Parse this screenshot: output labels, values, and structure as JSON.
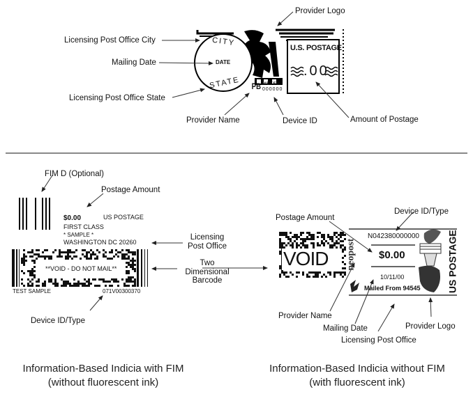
{
  "meter_indicia": {
    "stamp": {
      "city": "CITY",
      "date": "DATE",
      "state": "STATE",
      "postage_header": "U.S. POSTAGE",
      "postage_amount": ".00",
      "provider_initials": "PB",
      "meter_word": "METER",
      "meter_number": "000000"
    },
    "labels": {
      "provider_logo": "Provider Logo",
      "city": "Licensing Post Office City",
      "mailing_date": "Mailing Date",
      "state": "Licensing Post Office State",
      "provider_name": "Provider Name",
      "device_id": "Device ID",
      "amount": "Amount of Postage"
    }
  },
  "ibi_with_fim": {
    "stamp": {
      "amount": "$0.00",
      "us_postage": "US POSTAGE",
      "class": "FIRST CLASS",
      "sample": "* SAMPLE *",
      "location": "WASHINGTON DC 20260",
      "void_text": "**VOID - DO NOT MAIL**",
      "test_sample": "TEST SAMPLE",
      "device_id": "071V00300370"
    },
    "labels": {
      "fim": "FIM D (Optional)",
      "postage_amount": "Postage Amount",
      "licensing_post_office": "Licensing Post Office",
      "two_dim_barcode": "Two Dimensional Barcode",
      "device_id_type": "Device ID/Type"
    },
    "caption_line1": "Information-Based Indicia with FIM",
    "caption_line2": "(without fluorescent ink)"
  },
  "ibi_without_fim": {
    "stamp": {
      "void": "VOID",
      "provider": "neopost",
      "device_id": "N042380000000",
      "amount": "$0.00",
      "date": "10/11/00",
      "mailed_from": "Mailed From 94545",
      "us_postage": "US POSTAGE"
    },
    "labels": {
      "postage_amount": "Postage Amount",
      "device_id_type": "Device ID/Type",
      "provider_name": "Provider Name",
      "mailing_date": "Mailing Date",
      "licensing_post_office": "Licensing Post Office",
      "provider_logo": "Provider Logo"
    },
    "caption_line1": "Information-Based Indicia without FIM",
    "caption_line2": "(with fluorescent ink)"
  }
}
